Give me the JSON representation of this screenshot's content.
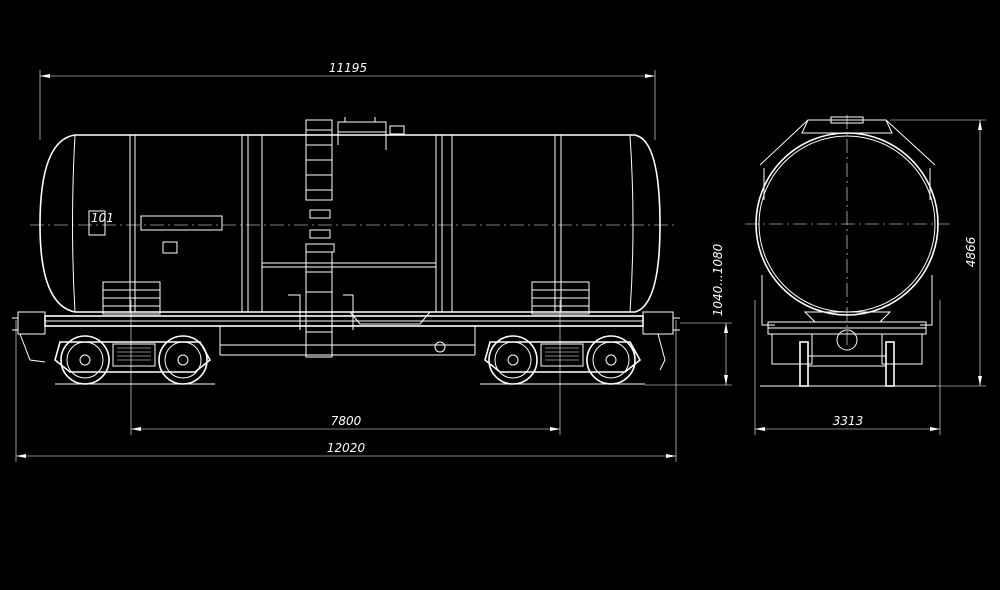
{
  "colors": {
    "background": "#000000",
    "line": "#ffffff"
  },
  "dimensions": {
    "overall_tank_length": "11195",
    "bogie_centers": "7800",
    "overall_length": "12020",
    "coupler_height": "1040...1080",
    "overall_height": "4866",
    "overall_width": "3313"
  },
  "plate_text": "101"
}
